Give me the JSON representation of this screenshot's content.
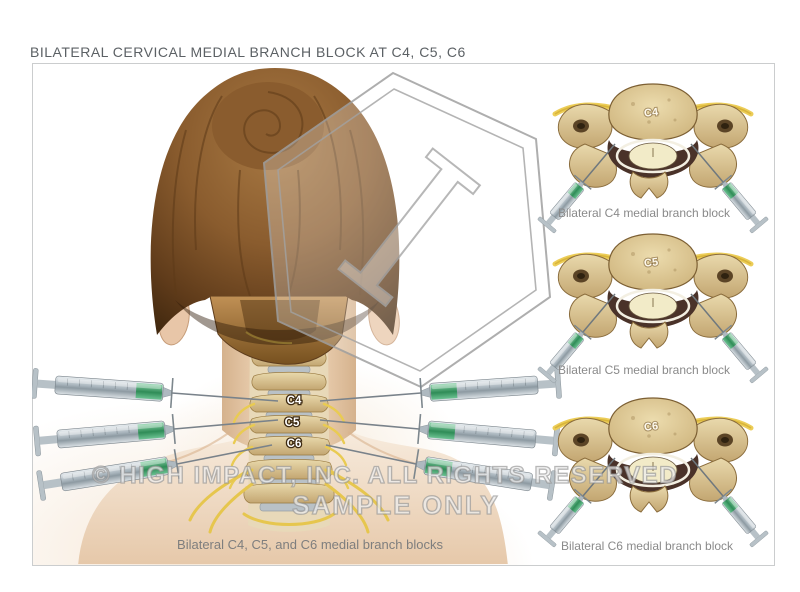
{
  "page": {
    "title": "BILATERAL CERVICAL MEDIAL BRANCH BLOCK AT C4, C5, C6"
  },
  "main_illustration": {
    "caption": "Bilateral C4, C5, and C6 medial branch blocks",
    "spine_labels": [
      "C4",
      "C5",
      "C6"
    ]
  },
  "side_panels": [
    {
      "level": "C4",
      "caption": "Bilateral C4 medial branch block"
    },
    {
      "level": "C5",
      "caption": "Bilateral C5 medial branch block"
    },
    {
      "level": "C6",
      "caption": "Bilateral C6 medial branch block"
    }
  ],
  "watermark": {
    "line1": "© HIGH IMPACT, INC. ALL RIGHTS RESERVED",
    "line2": "SAMPLE ONLY",
    "logo_letter": "I"
  },
  "colors": {
    "title_text": "#5c6165",
    "caption_text": "#8a8a8a",
    "frame_border": "#cbcdce",
    "bone": "#d8c190",
    "nerve_yellow": "#e9cb52",
    "syringe_green": "#2e8a55",
    "hair_brown": "#7a5127",
    "skin": "#ecd2b8"
  }
}
